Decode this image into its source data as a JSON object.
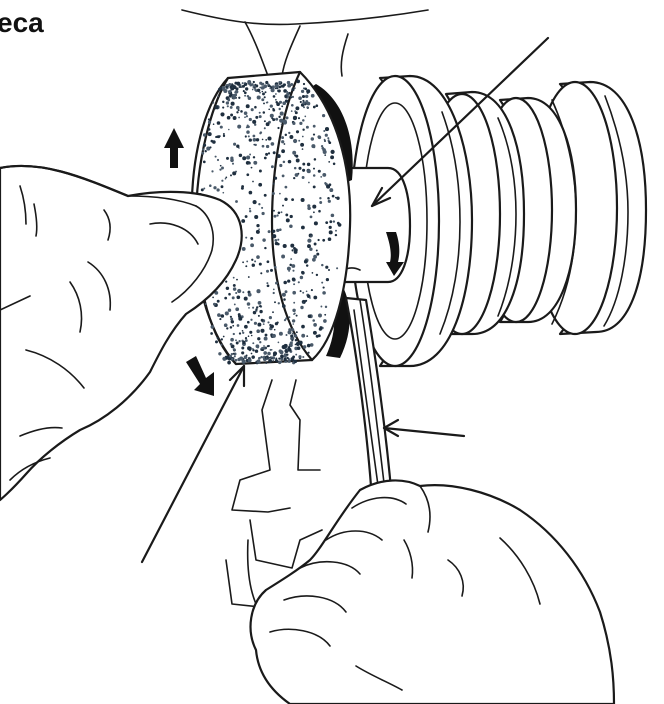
{
  "diagram": {
    "title": "eca",
    "colors": {
      "ink": "#1a1a1a",
      "grit_dark": "#1f2f3f",
      "grit_light": "#4a5a6a",
      "background": "#ffffff"
    },
    "parts": [
      "hand-left",
      "grinding-wheel",
      "lathe-spindle",
      "mandrel",
      "tool-bit",
      "hand-right",
      "rotation-arrows",
      "leader-arrows"
    ]
  }
}
